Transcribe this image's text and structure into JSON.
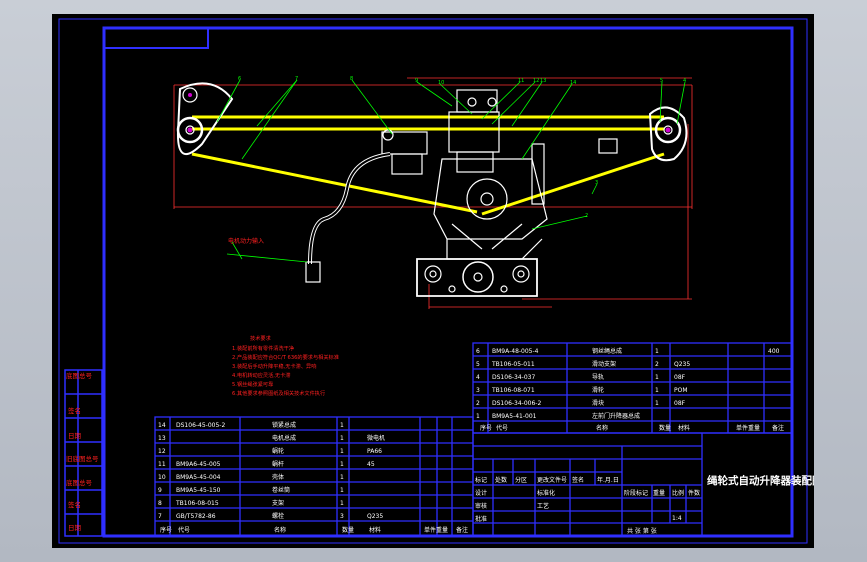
{
  "colors": {
    "frame": "#2f2fff",
    "part": "#ffffff",
    "belt": "#ffff00",
    "leader": "#00ff00",
    "dimension": "#ff3030",
    "note": "#ff2020",
    "background": "#000000"
  },
  "side_labels": [
    "底图总号",
    "签名",
    "日期",
    "旧底图总号",
    "底图总号",
    "签名",
    "日期"
  ],
  "callout_label": "电机动力输入",
  "notes": {
    "title": "技术要求",
    "lines": [
      "1.装配前所有零件清洗干净",
      "2.产品装配应符合QC/T 636的要求与相关标准",
      "3.装配后手动升降平稳,无卡滞、异响",
      "4.电机转动应灵活,无卡滞",
      "5.钢丝绳张紧可靠",
      "6.其他要求参照图纸及相关技术文件执行"
    ]
  },
  "bom_right": {
    "rows": [
      {
        "seq": "6",
        "code": "BM9A-48-005-4",
        "name": "钢丝绳总成",
        "qty": "1",
        "material": "",
        "note": "",
        "extra": "400"
      },
      {
        "seq": "5",
        "code": "TB106-05-011",
        "name": "滑动支架",
        "qty": "2",
        "material": "Q235",
        "note": "",
        "extra": ""
      },
      {
        "seq": "4",
        "code": "DS106-34-037",
        "name": "导轨",
        "qty": "1",
        "material": "08F",
        "note": "",
        "extra": ""
      },
      {
        "seq": "3",
        "code": "TB106-08-071",
        "name": "滑轮",
        "qty": "1",
        "material": "POM",
        "note": "",
        "extra": ""
      },
      {
        "seq": "2",
        "code": "DS106-34-006-2",
        "name": "滑块",
        "qty": "1",
        "material": "08F",
        "note": "",
        "extra": ""
      },
      {
        "seq": "1",
        "code": "BM9A5-41-001",
        "name": "左前门升降器总成",
        "qty": "",
        "material": "",
        "note": "",
        "extra": ""
      }
    ],
    "header": [
      "序号",
      "代号",
      "名称",
      "数量",
      "材料",
      "单件重量",
      "备注"
    ]
  },
  "bom_left": {
    "rows": [
      {
        "seq": "14",
        "code": "DS106-45-005-2",
        "name": "锁紧总成",
        "qty": "1",
        "material": "",
        "note": ""
      },
      {
        "seq": "13",
        "code": "",
        "name": "电机总成",
        "qty": "1",
        "material": "微电机",
        "note": ""
      },
      {
        "seq": "12",
        "code": "",
        "name": "蜗轮",
        "qty": "1",
        "material": "PA66",
        "note": ""
      },
      {
        "seq": "11",
        "code": "BM9A6-45-005",
        "name": "蜗杆",
        "qty": "1",
        "material": "45",
        "note": ""
      },
      {
        "seq": "10",
        "code": "BM9A5-45-004",
        "name": "壳体",
        "qty": "1",
        "material": "",
        "note": ""
      },
      {
        "seq": "9",
        "code": "BM9A5-45-150",
        "name": "卷丝筒",
        "qty": "1",
        "material": "",
        "note": ""
      },
      {
        "seq": "8",
        "code": "TB106-08-015",
        "name": "支架",
        "qty": "1",
        "material": "",
        "note": ""
      },
      {
        "seq": "7",
        "code": "GB/T5782-86",
        "name": "螺栓",
        "qty": "3",
        "material": "Q235",
        "note": ""
      }
    ],
    "header": [
      "序号",
      "代号",
      "名称",
      "数量",
      "材料",
      "单件重量",
      "备注"
    ]
  },
  "title_block": {
    "title": "绳轮式自动升降器装配图",
    "rev_header": [
      "标记",
      "处数",
      "分区",
      "更改文件号",
      "签名",
      "年.月.日"
    ],
    "roles": [
      "设计",
      "标准化",
      "审核",
      "工艺",
      "批准"
    ],
    "stage_header": [
      "阶段标记",
      "重量",
      "比例",
      "件数"
    ],
    "scale": "1:4",
    "sheet_note": "共 张 第 张"
  }
}
